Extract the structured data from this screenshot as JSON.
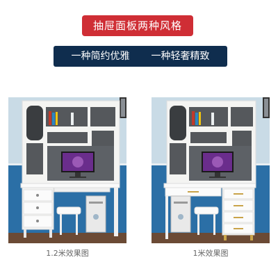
{
  "header": {
    "title": "抽屉面板两种风格",
    "style_elegant": "一种简约优雅",
    "style_luxury": "一种轻奢精致"
  },
  "products": [
    {
      "caption": "1.2米效果图"
    },
    {
      "caption": "1米效果图"
    }
  ],
  "colors": {
    "title_bg": "#cf2e35",
    "subtitle_bg": "#0f2d4e",
    "wall_blue": "#2b6fa6",
    "wall_light": "#c9dbe6",
    "desk_white": "#f4f4f2",
    "hutch_gray": "#55585c",
    "floor": "#6b4a35",
    "gold_handle": "#c9a349"
  }
}
